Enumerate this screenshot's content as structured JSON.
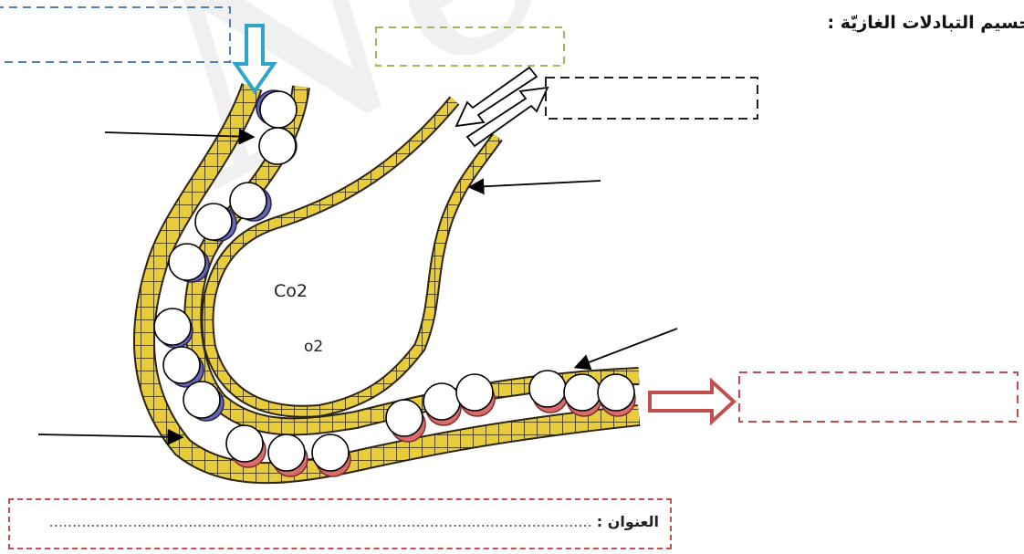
{
  "title": "جسيم التبادلات الغازيّة :",
  "labels": {
    "co2": "Co2",
    "o2": "o2"
  },
  "footer": {
    "label": "العنوان :",
    "dots": "....................................................................................................................."
  },
  "watermark": "Netsc",
  "colors": {
    "wall_yellow": "#e9cc3a",
    "wall_edge": "#2b2410",
    "blue_cell": "#6467b4",
    "red_cell": "#d96b6b",
    "box_blue": "#4f81bd",
    "box_green": "#9bbb59",
    "box_black": "#222222",
    "box_red": "#c0504d",
    "arrow_cyan": "#31a5c9",
    "arrow_red": "#c0504d"
  }
}
